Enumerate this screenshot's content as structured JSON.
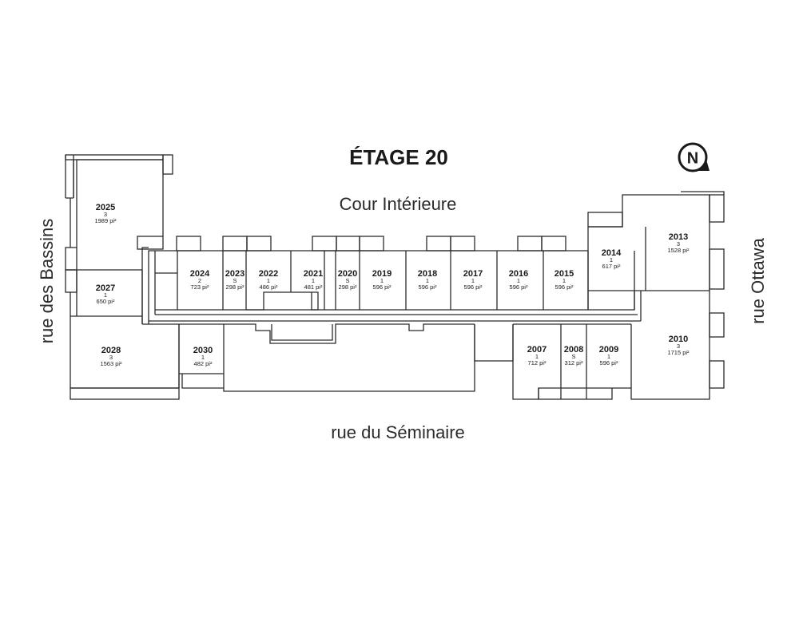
{
  "title": "ÉTAGE 20",
  "north": "N",
  "streets": {
    "north": "Cour Intérieure",
    "south": "rue du Séminaire",
    "west": "rue des Bassins",
    "east": "rue Ottawa"
  },
  "area_unit": "pi²",
  "units": [
    {
      "id": "2025",
      "type": "3",
      "area": "1989 pi²"
    },
    {
      "id": "2027",
      "type": "1",
      "area": "650 pi²"
    },
    {
      "id": "2028",
      "type": "3",
      "area": "1563 pi²"
    },
    {
      "id": "2030",
      "type": "1",
      "area": "482 pi²"
    },
    {
      "id": "2024",
      "type": "2",
      "area": "723 pi²"
    },
    {
      "id": "2023",
      "type": "S",
      "area": "298 pi²"
    },
    {
      "id": "2022",
      "type": "1",
      "area": "486 pi²"
    },
    {
      "id": "2021",
      "type": "1",
      "area": "481 pi²"
    },
    {
      "id": "2020",
      "type": "S",
      "area": "298 pi²"
    },
    {
      "id": "2019",
      "type": "1",
      "area": "596 pi²"
    },
    {
      "id": "2018",
      "type": "1",
      "area": "596 pi²"
    },
    {
      "id": "2017",
      "type": "1",
      "area": "596 pi²"
    },
    {
      "id": "2016",
      "type": "1",
      "area": "596 pi²"
    },
    {
      "id": "2015",
      "type": "1",
      "area": "596 pi²"
    },
    {
      "id": "2014",
      "type": "1",
      "area": "617 pi²"
    },
    {
      "id": "2013",
      "type": "3",
      "area": "1528 pi²"
    },
    {
      "id": "2010",
      "type": "3",
      "area": "1715 pi²"
    },
    {
      "id": "2007",
      "type": "1",
      "area": "712 pi²"
    },
    {
      "id": "2008",
      "type": "S",
      "area": "312 pi²"
    },
    {
      "id": "2009",
      "type": "1",
      "area": "596 pi²"
    }
  ]
}
